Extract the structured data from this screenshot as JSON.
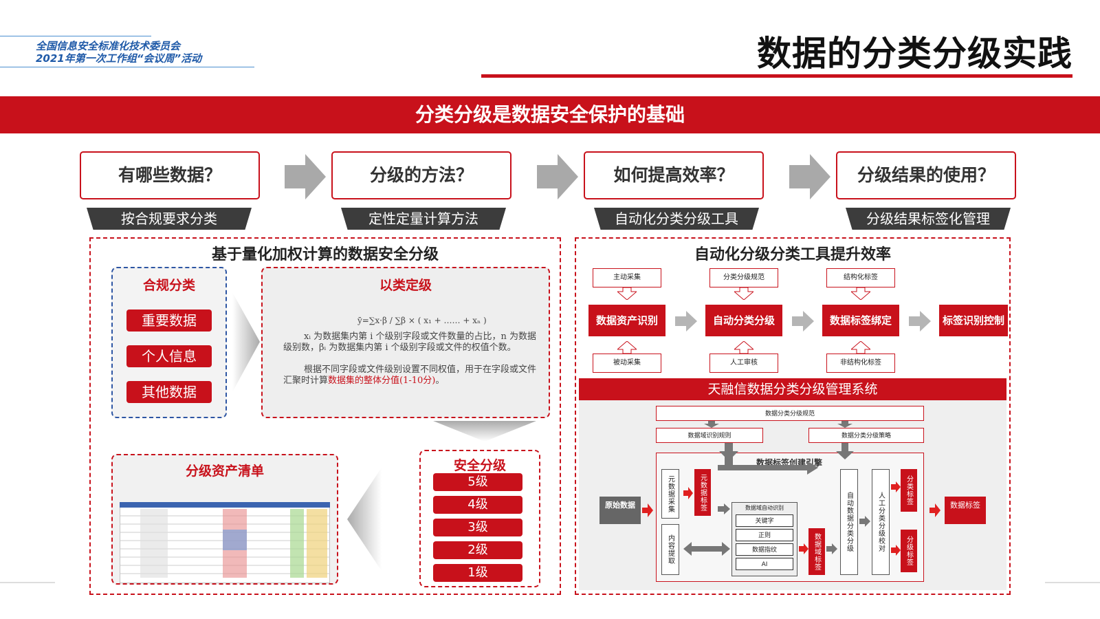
{
  "header": {
    "org_line1": "全国信息安全标准化技术委员会",
    "org_line2": "2021年第一次工作组“会议周”活动",
    "title": "数据的分类分级实践"
  },
  "banner": "分类分级是数据安全保护的基础",
  "steps": [
    {
      "question": "有哪些数据？",
      "tag": "按合规要求分类"
    },
    {
      "question": "分级的方法？",
      "tag": "定性定量计算方法"
    },
    {
      "question": "如何提高效率？",
      "tag": "自动化分类分级工具"
    },
    {
      "question": "分级结果的使用？",
      "tag": "分级结果标签化管理"
    }
  ],
  "left": {
    "title": "基于量化加权计算的数据安全分级",
    "compliance": {
      "title": "合规分类",
      "items": [
        "重要数据",
        "个人信息",
        "其他数据"
      ]
    },
    "method": {
      "title": "以类定级",
      "formula": "ȳ=∑x·β / ∑β × ( x₁ + …… + xₙ )",
      "desc1": "xᵢ 为数据集内第 i 个级别字段或文件数量的占比，n 为数据级别数，βᵢ 为数据集内第 i 个级别字段或文件的权值个数。",
      "desc2a": "根据不同字段或文件级别设置不同权值，用于在字段或文件汇聚时计算",
      "desc2b": "数据集的整体分值(1-10分)",
      "desc2c": "。"
    },
    "inventory": {
      "title": "分级资产清单"
    },
    "levels": {
      "title": "安全分级",
      "items": [
        "5级",
        "4级",
        "3级",
        "2级",
        "1级"
      ]
    }
  },
  "right": {
    "title": "自动化分级分类工具提升效率",
    "flow": [
      {
        "top": "主动采集",
        "main": "数据资产识别",
        "bottom": "被动采集"
      },
      {
        "top": "分类分级规范",
        "main": "自动分类分级",
        "bottom": "人工审核"
      },
      {
        "top": "结构化标签",
        "main": "数据标签绑定",
        "bottom": "非结构化标签"
      },
      {
        "top": "",
        "main": "标签识别控制",
        "bottom": ""
      }
    ],
    "system": {
      "title": "天融信数据分类分级管理系统",
      "spec": "数据分类分级规范",
      "rules": "数据域识别规则",
      "strategy": "数据分类分级策略",
      "engine": "数据标签创建引擎",
      "raw": "原始数据",
      "meta_collect": "元数据采集",
      "content_extract": "内容提取",
      "meta_tag": "元数据标签",
      "sub_engine": "数据域自动识别",
      "methods": [
        "关键字",
        "正则",
        "数据指纹",
        "AI"
      ],
      "domain_tag": "数据域标签",
      "auto_classify": "自动数据分类分级",
      "manual_check": "人工分类分级校对",
      "class_tag": "分类标签",
      "level_tag": "分级标签",
      "data_tag": "数据标签"
    }
  }
}
